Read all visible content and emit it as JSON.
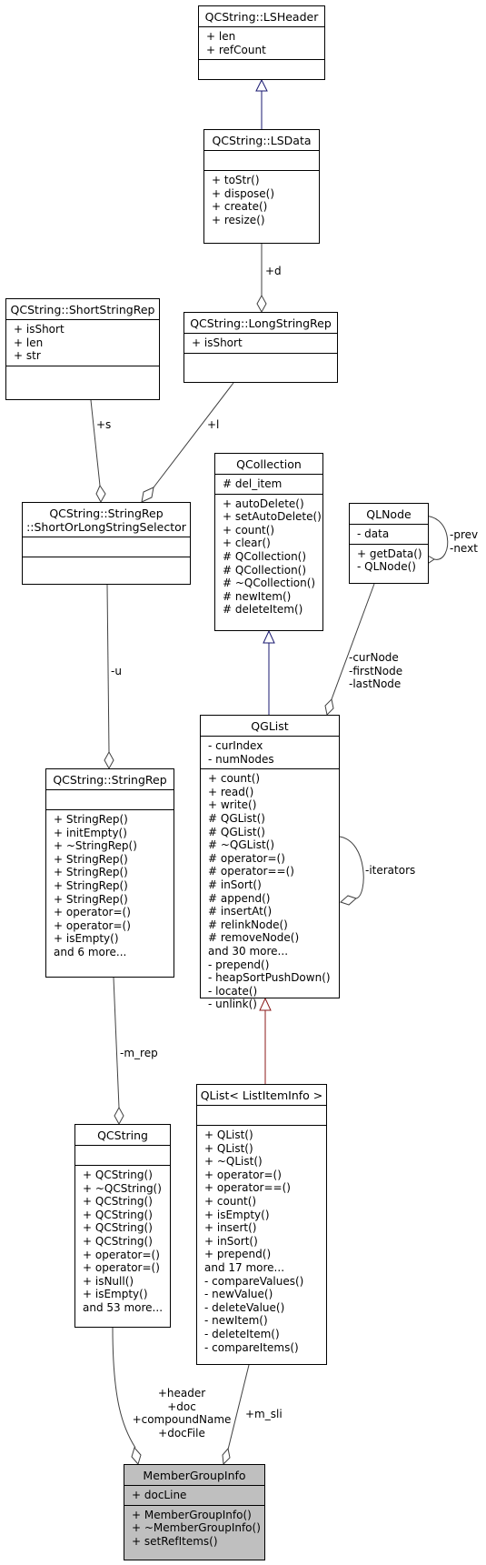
{
  "classes": {
    "lsheader": {
      "title": [
        "QCString::LSHeader"
      ],
      "attributes": [
        "+ len",
        "+ refCount"
      ],
      "methods": []
    },
    "lsdata": {
      "title": [
        "QCString::LSData"
      ],
      "attributes": [],
      "methods": [
        "+ toStr()",
        "+ dispose()",
        "+ create()",
        "+ resize()"
      ]
    },
    "shortstringrep": {
      "title": [
        "QCString::ShortStringRep"
      ],
      "attributes": [
        "+ isShort",
        "+ len",
        "+ str"
      ],
      "methods": []
    },
    "longstringrep": {
      "title": [
        "QCString::LongStringRep"
      ],
      "attributes": [
        "+ isShort"
      ],
      "methods": []
    },
    "selector": {
      "title": [
        "QCString::StringRep",
        "::ShortOrLongStringSelector"
      ],
      "attributes": [],
      "methods": []
    },
    "qcollection": {
      "title": [
        "QCollection"
      ],
      "attributes": [
        "# del_item"
      ],
      "methods": [
        "+ autoDelete()",
        "+ setAutoDelete()",
        "+ count()",
        "+ clear()",
        "# QCollection()",
        "# QCollection()",
        "# ~QCollection()",
        "# newItem()",
        "# deleteItem()"
      ]
    },
    "qlnode": {
      "title": [
        "QLNode"
      ],
      "attributes": [
        "- data"
      ],
      "methods": [
        "+ getData()",
        "- QLNode()"
      ]
    },
    "stringrep": {
      "title": [
        "QCString::StringRep"
      ],
      "attributes": [],
      "methods": [
        "+ StringRep()",
        "+ initEmpty()",
        "+ ~StringRep()",
        "+ StringRep()",
        "+ StringRep()",
        "+ StringRep()",
        "+ StringRep()",
        "+ operator=()",
        "+ operator=()",
        "+ isEmpty()",
        "and 6 more..."
      ]
    },
    "qglist": {
      "title": [
        "QGList"
      ],
      "attributes": [
        "- curIndex",
        "- numNodes"
      ],
      "methods": [
        "+ count()",
        "+ read()",
        "+ write()",
        "# QGList()",
        "# QGList()",
        "# ~QGList()",
        "# operator=()",
        "# operator==()",
        "# inSort()",
        "# append()",
        "# insertAt()",
        "# relinkNode()",
        "# removeNode()",
        "and 30 more...",
        "- prepend()",
        "- heapSortPushDown()",
        "- locate()",
        "- unlink()"
      ]
    },
    "qcstring": {
      "title": [
        "QCString"
      ],
      "attributes": [],
      "methods": [
        "+ QCString()",
        "+ ~QCString()",
        "+ QCString()",
        "+ QCString()",
        "+ QCString()",
        "+ QCString()",
        "+ operator=()",
        "+ operator=()",
        "+ isNull()",
        "+ isEmpty()",
        "and 53 more..."
      ]
    },
    "qlist": {
      "title": [
        "QList< ListItemInfo >"
      ],
      "attributes": [],
      "methods": [
        "+ QList()",
        "+ QList()",
        "+ ~QList()",
        "+ operator=()",
        "+ operator==()",
        "+ count()",
        "+ isEmpty()",
        "+ insert()",
        "+ inSort()",
        "+ prepend()",
        "and 17 more...",
        "- compareValues()",
        "- newValue()",
        "- deleteValue()",
        "- newItem()",
        "- deleteItem()",
        "- compareItems()"
      ]
    },
    "membergroupinfo": {
      "title": [
        "MemberGroupInfo"
      ],
      "attributes": [
        "+ docLine"
      ],
      "methods": [
        "+ MemberGroupInfo()",
        "+ ~MemberGroupInfo()",
        "+ setRefItems()"
      ]
    }
  },
  "edge_labels": {
    "d": "+d",
    "s": "+s",
    "l": "+l",
    "u": "-u",
    "qlnode_refs": [
      "-curNode",
      "-firstNode",
      "-lastNode"
    ],
    "qlnode_self": [
      "-prev",
      "-next"
    ],
    "iterators": "-iterators",
    "m_rep": "-m_rep",
    "qcstring_refs": [
      "+header",
      "+doc",
      "+compoundName",
      "+docFile"
    ],
    "m_sli": "+m_sli"
  },
  "colors": {
    "inheritance_edge": "#191970",
    "template_edge": "#8b1a1a",
    "association_edge": "#404040",
    "highlight_fill": "#bfbfbf"
  }
}
